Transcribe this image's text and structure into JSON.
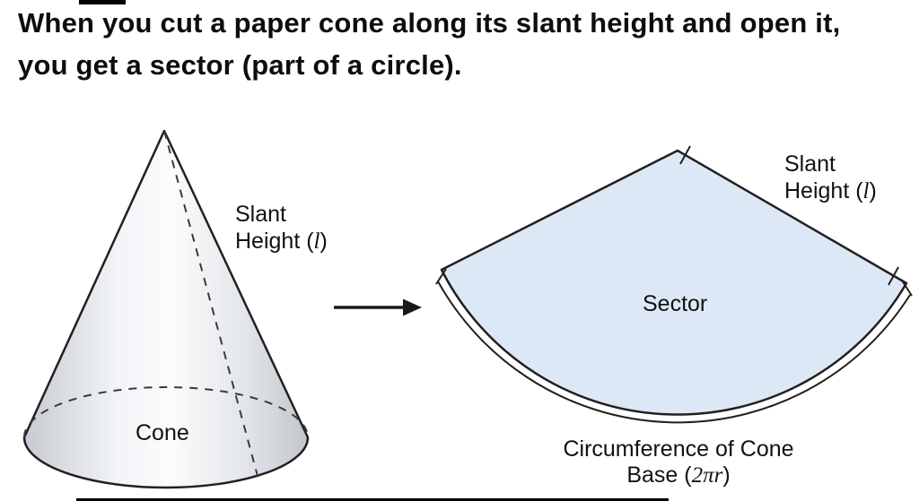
{
  "heading": {
    "line1": "When you cut a paper cone along its slant height and open it,",
    "line2": "you get a sector (part of a circle)."
  },
  "cone": {
    "label": "Cone",
    "slant": {
      "line1": "Slant",
      "line2_pre": "Height (",
      "line2_var": "l",
      "line2_post": ")"
    }
  },
  "arrow": {
    "name": "right-arrow"
  },
  "sector": {
    "label": "Sector",
    "slant": {
      "line1": "Slant",
      "line2_pre": "Height (",
      "line2_var": "l",
      "line2_post": ")"
    },
    "circumference": {
      "line1": "Circumference of Cone",
      "line2_pre": "Base (",
      "line2_var": "2πr",
      "line2_post": ")"
    }
  },
  "colors": {
    "outline": "#231f20",
    "sector_fill": "#dce8f6",
    "cone_highlight": "#fbfcfd",
    "cone_shadow": "#c2c6cc",
    "text": "#111111",
    "arrow": "#1a1a1a"
  }
}
